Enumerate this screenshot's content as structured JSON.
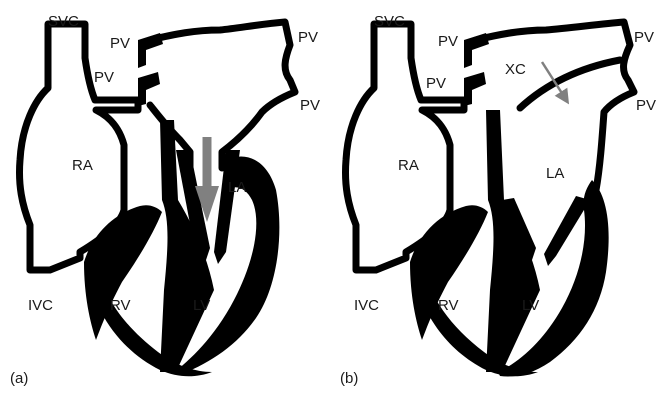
{
  "colors": {
    "wall": "#000000",
    "flow_arrow": "#808080",
    "background": "#ffffff"
  },
  "panel_a": {
    "tag": "(a)",
    "labels": {
      "svc": "SVC",
      "pv1": "PV",
      "pv2": "PV",
      "pv3": "PV",
      "pv4": "PV",
      "ra": "RA",
      "la": "LA",
      "ivc": "IVC",
      "rv": "RV",
      "lv": "LV"
    }
  },
  "panel_b": {
    "tag": "(b)",
    "labels": {
      "svc": "SVC",
      "pv1": "PV",
      "pv2": "PV",
      "pv3": "PV",
      "pv4": "PV",
      "ra": "RA",
      "la": "LA",
      "xc": "XC",
      "ivc": "IVC",
      "rv": "RV",
      "lv": "LV"
    }
  }
}
